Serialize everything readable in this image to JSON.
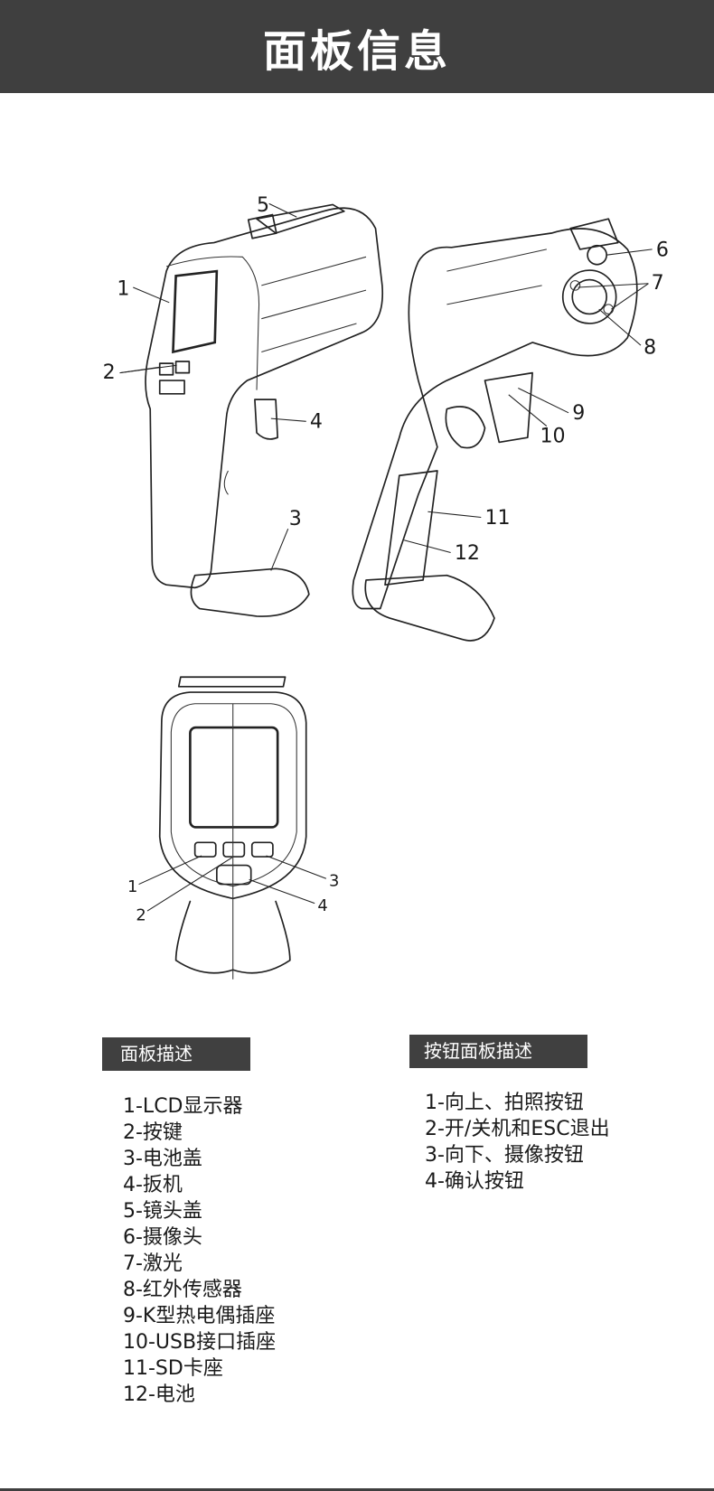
{
  "header": {
    "title": "面板信息"
  },
  "side_view_callouts": [
    "1",
    "2",
    "3",
    "4",
    "5"
  ],
  "rear_view_callouts": [
    "6",
    "7",
    "8",
    "9",
    "10",
    "11",
    "12"
  ],
  "front_view_callouts": [
    "1",
    "2",
    "3",
    "4"
  ],
  "panel_description": {
    "title": "面板描述",
    "items": [
      "1-LCD显示器",
      "2-按键",
      "3-电池盖",
      "4-扳机",
      "5-镜头盖",
      "6-摄像头",
      "7-激光",
      "8-红外传感器",
      "9-K型热电偶插座",
      "10-USB接口插座",
      "11-SD卡座",
      "12-电池"
    ]
  },
  "button_panel_description": {
    "title": "按钮面板描述",
    "items": [
      "1-向上、拍照按钮",
      "2-开/关机和ESC退出",
      "3-向下、摄像按钮",
      "4-确认按钮"
    ]
  },
  "colors": {
    "header_bg": "#3f3f3f",
    "label_bg": "#404040"
  }
}
